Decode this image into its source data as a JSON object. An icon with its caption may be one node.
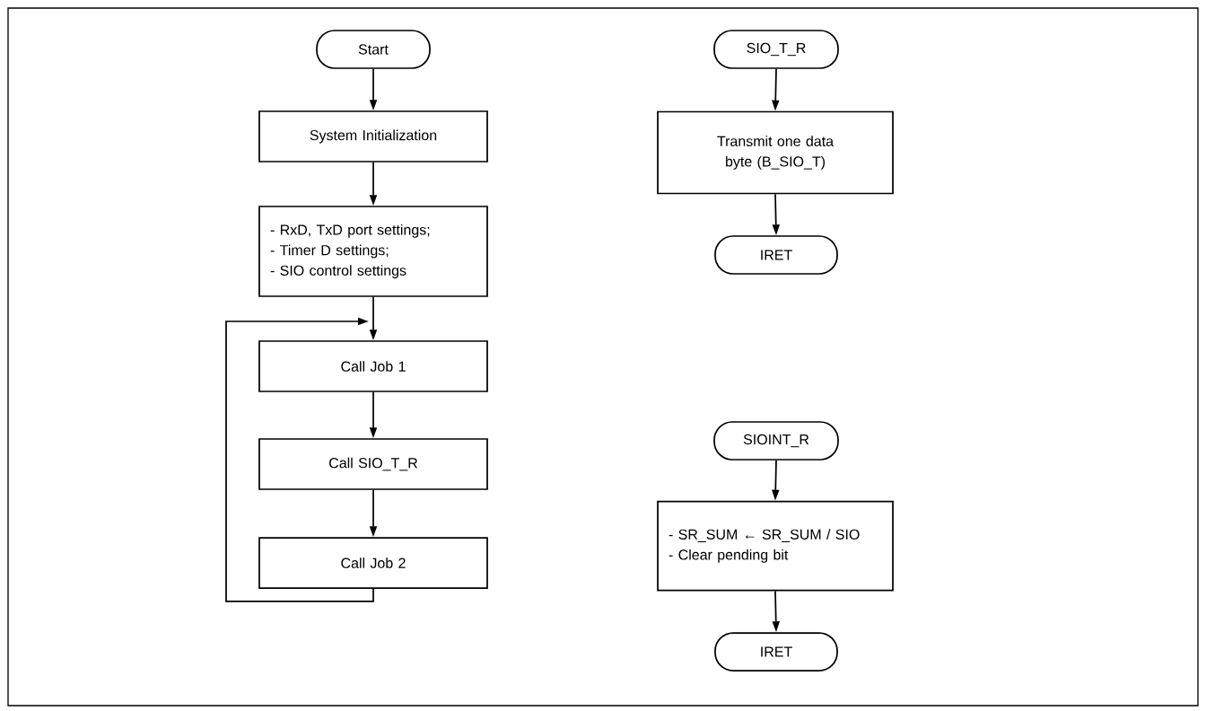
{
  "diagram": {
    "nodes": [
      {
        "text": [
          "Start"
        ]
      },
      {
        "text": [
          "System Initialization"
        ]
      },
      {
        "text": [
          "- RxD, TxD port settings;",
          "- Timer D settings;",
          "- SIO control settings"
        ]
      },
      {
        "text": [
          "Call  Job 1"
        ]
      },
      {
        "text": [
          "Call  SIO_T_R"
        ]
      },
      {
        "text": [
          "Call Job 2"
        ]
      },
      {
        "text": [
          "SIO_T_R"
        ]
      },
      {
        "text": [
          "Transmit one data byte (B_SIO_T)"
        ]
      },
      {
        "text": [
          "IRET"
        ]
      },
      {
        "text": [
          "SIOINT_R"
        ]
      },
      {
        "text": [
          "- SR_SUM ← SR_SUM / SIO",
          "- Clear pending bit"
        ]
      },
      {
        "text": [
          "IRET"
        ]
      }
    ],
    "edges": [
      {
        "from": 0,
        "to": 1,
        "arrow": "to"
      },
      {
        "from": 1,
        "to": 2,
        "arrow": "to"
      },
      {
        "from": 2,
        "to": 3,
        "arrow": "to"
      },
      {
        "from": 3,
        "to": 4,
        "arrow": "to"
      },
      {
        "from": 4,
        "to": 5,
        "arrow": "to"
      },
      {
        "from": 5,
        "to": 3,
        "arrow": "to"
      },
      {
        "from": 6,
        "to": 7,
        "arrow": "to"
      },
      {
        "from": 7,
        "to": 8,
        "arrow": "to"
      },
      {
        "from": 9,
        "to": 10,
        "arrow": "to"
      },
      {
        "from": 10,
        "to": 11,
        "arrow": "to"
      }
    ]
  }
}
